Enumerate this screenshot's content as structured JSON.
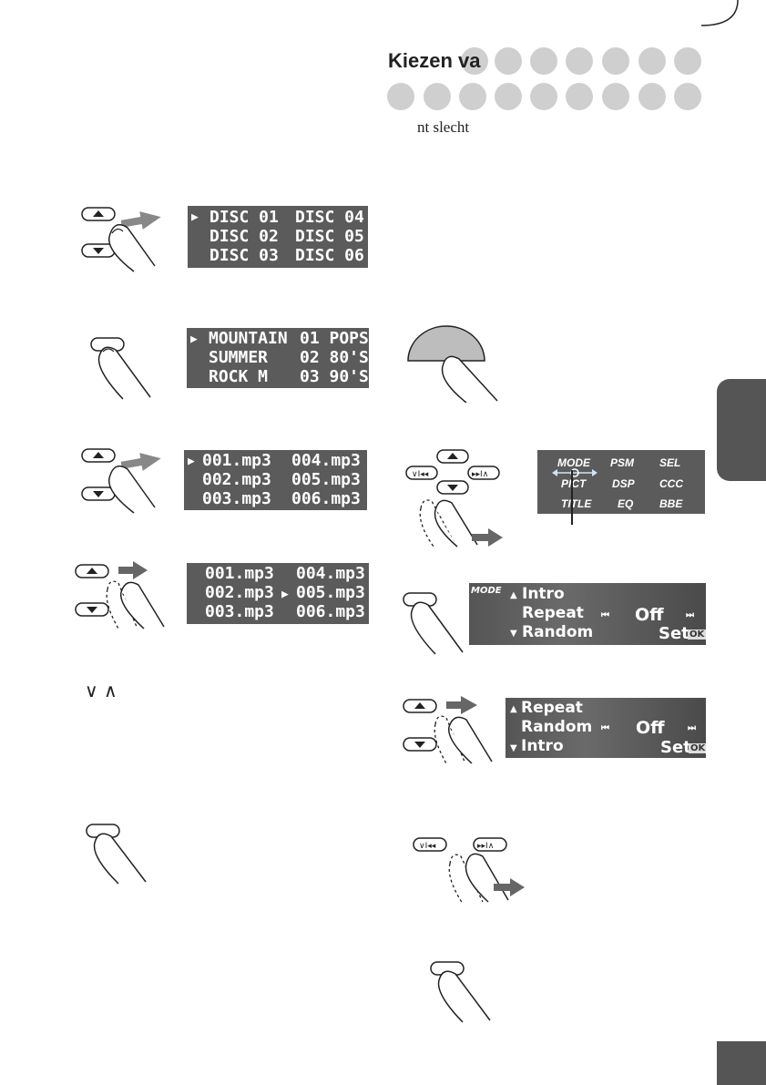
{
  "header": {
    "title": "Kiezen va",
    "subtitle": "nt slecht"
  },
  "arrows_text": "∨ ∧",
  "disc_display": {
    "rows": [
      {
        "left": "DISC 01",
        "right": "DISC 04"
      },
      {
        "left": "DISC 02",
        "right": "DISC 05"
      },
      {
        "left": "DISC 03",
        "right": "DISC 06"
      }
    ]
  },
  "folder_display": {
    "rows": [
      {
        "left": "MOUNTAIN",
        "right": "01 POPS"
      },
      {
        "left": "SUMMER",
        "right": "02 80'S"
      },
      {
        "left": "ROCK M",
        "right": "03 90'S"
      }
    ]
  },
  "track_display_1": {
    "rows": [
      {
        "left": "001.mp3",
        "right": "004.mp3"
      },
      {
        "left": "002.mp3",
        "right": "005.mp3"
      },
      {
        "left": "003.mp3",
        "right": "006.mp3"
      }
    ]
  },
  "track_display_2": {
    "rows": [
      {
        "left": "001.mp3",
        "right": "004.mp3"
      },
      {
        "left": "002.mp3",
        "right": "005.mp3"
      },
      {
        "left": "003.mp3",
        "right": "006.mp3"
      }
    ]
  },
  "menu": {
    "items": [
      "MODE",
      "PSM",
      "SEL",
      "PICT",
      "DSP",
      "CCC",
      "TITLE",
      "EQ",
      "BBE"
    ]
  },
  "mode_panel_1": {
    "label": "MODE",
    "items": [
      "Intro",
      "Repeat",
      "Random"
    ],
    "value": "Off",
    "set": "Set",
    "ok": "OK"
  },
  "mode_panel_2": {
    "items": [
      "Repeat",
      "Random",
      "Intro"
    ],
    "value": "Off",
    "set": "Set",
    "ok": "OK"
  }
}
